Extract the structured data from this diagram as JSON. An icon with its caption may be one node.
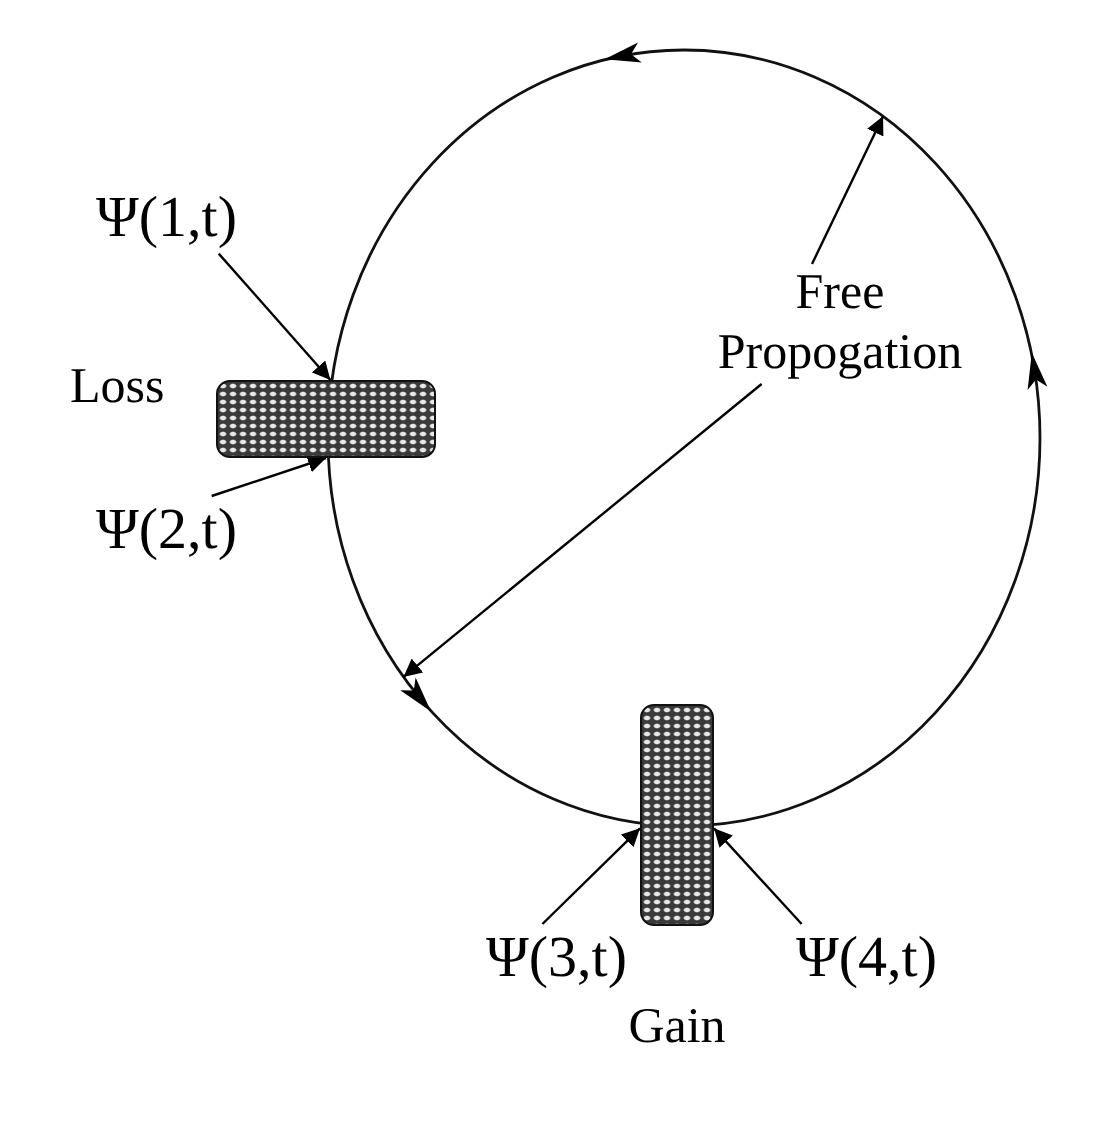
{
  "diagram": {
    "nodes": [
      {
        "text": [],
        "shape": "circle"
      },
      {
        "text": [
          "Ψ(1,t)"
        ]
      },
      {
        "text": [
          "Loss"
        ]
      },
      {
        "text": [
          "Ψ(2,t)"
        ]
      },
      {
        "text": [
          "Free Propogation"
        ],
        "in": 0
      },
      {
        "text": [
          "Gain"
        ]
      },
      {
        "text": [
          "Ψ(3,t)"
        ]
      },
      {
        "text": [
          "Ψ(4,t)"
        ]
      }
    ],
    "edges": [
      {
        "from": 1,
        "to": 2,
        "arrow": "to"
      },
      {
        "from": 3,
        "to": 2,
        "arrow": "to"
      },
      {
        "from": 4,
        "to": 0,
        "arrow": "to"
      },
      {
        "from": 4,
        "to": 0,
        "arrow": "to"
      },
      {
        "from": 6,
        "to": 5,
        "arrow": "to"
      },
      {
        "from": 7,
        "to": 5,
        "arrow": "to"
      }
    ]
  }
}
